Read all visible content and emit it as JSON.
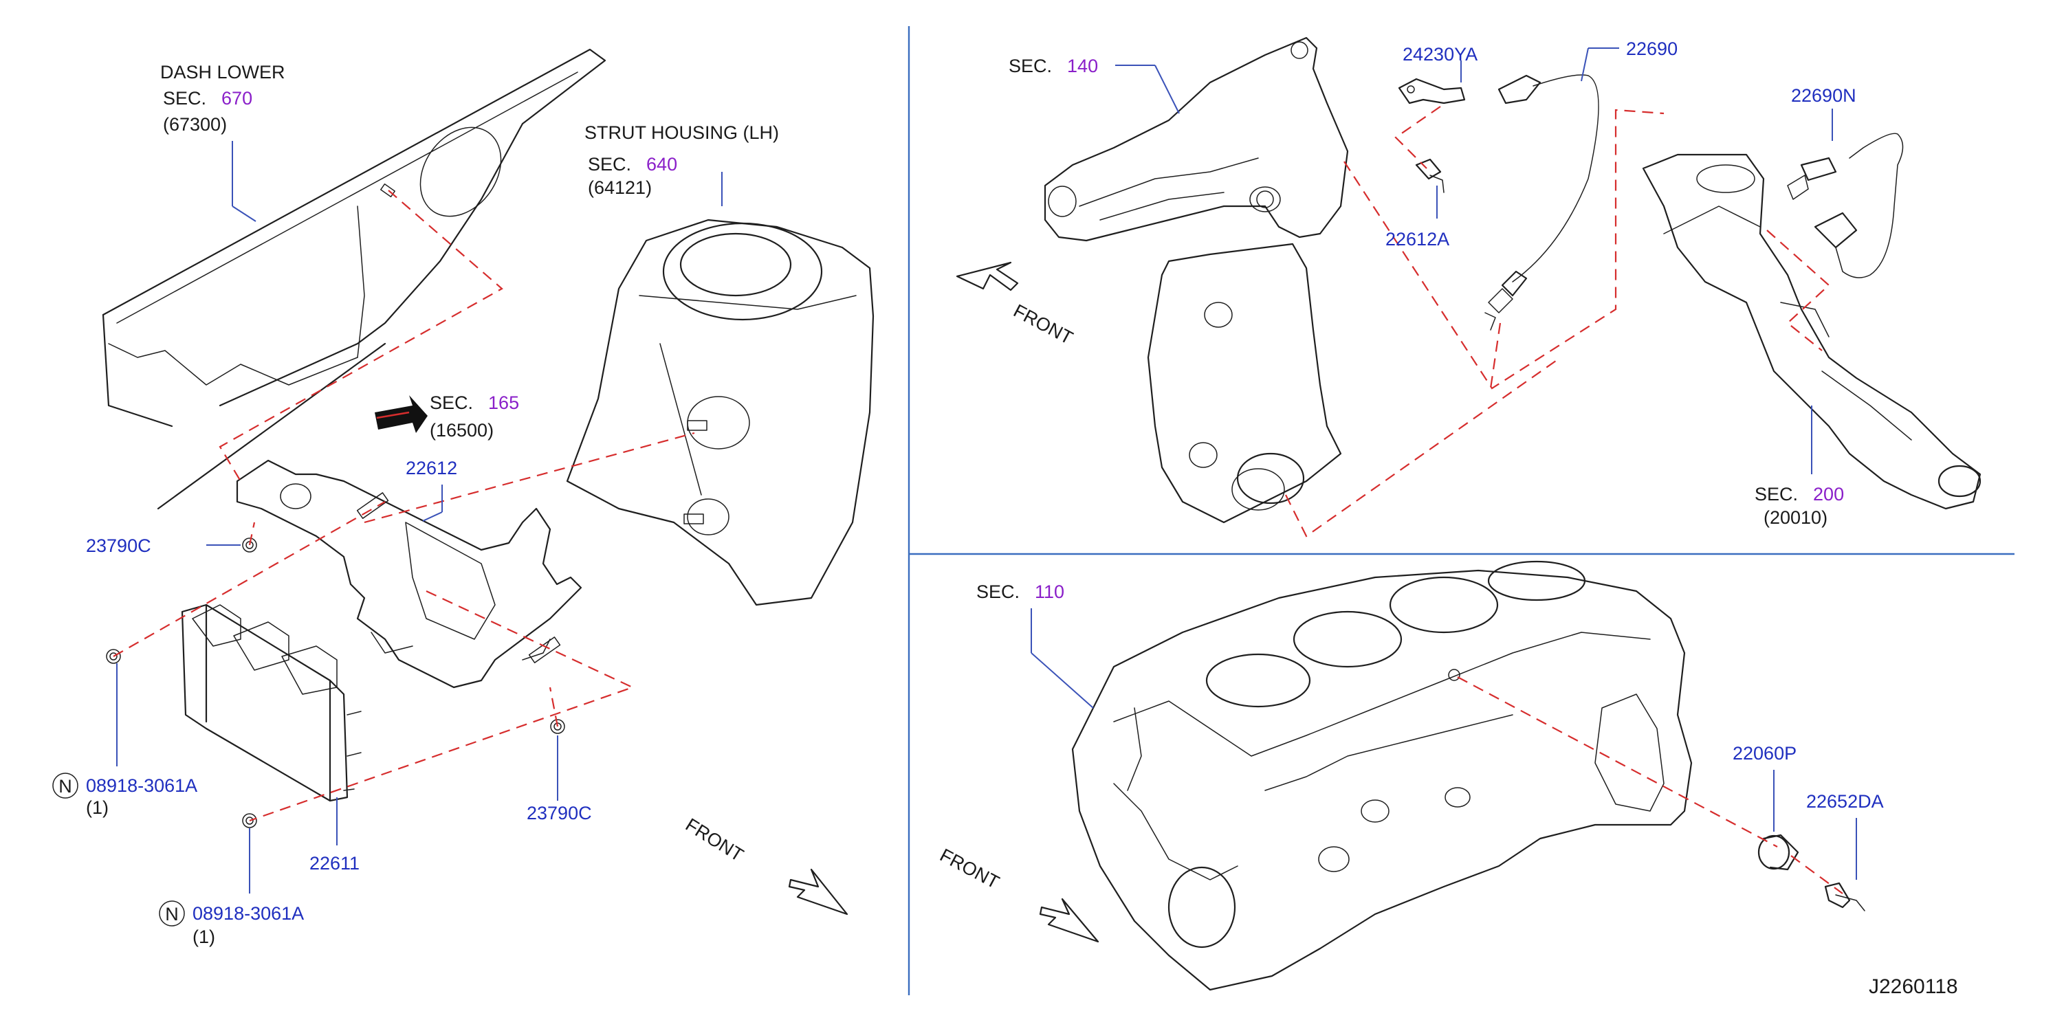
{
  "diagram_id": "J2260118",
  "left_panel": {
    "dash_lower": {
      "name": "DASH   LOWER",
      "sec_prefix": "SEC.",
      "sec_no": "670",
      "part": "(67300)"
    },
    "strut_housing": {
      "name": "STRUT   HOUSING   (LH)",
      "sec_prefix": "SEC.",
      "sec_no": "640",
      "part": "(64121)"
    },
    "sec_165": {
      "sec_prefix": "SEC.",
      "sec_no": "165",
      "part": "(16500)"
    },
    "bracket": "22612",
    "ecm": "22611",
    "nut_upper": "23790C",
    "nut_right": "23790C",
    "bolt_1": {
      "marker": "N",
      "part": "08918-3061A",
      "qty": "(1)"
    },
    "bolt_2": {
      "marker": "N",
      "part": "08918-3061A",
      "qty": "(1)"
    },
    "front_label": "FRONT"
  },
  "top_right_panel": {
    "manifold": {
      "sec_prefix": "SEC.",
      "sec_no": "140"
    },
    "bracket": "24230YA",
    "bolt": "22612A",
    "sensor_front": "22690",
    "sensor_rear": "22690N",
    "exhaust": {
      "sec_prefix": "SEC.",
      "sec_no": "200",
      "part": "(20010)"
    },
    "front_label": "FRONT"
  },
  "bottom_right_panel": {
    "block": {
      "sec_prefix": "SEC.",
      "sec_no": "110"
    },
    "knock_sensor": "22060P",
    "knock_bolt": "22652DA",
    "front_label": "FRONT"
  },
  "colors": {
    "part_number": "#1f2fbf",
    "section_number": "#8a1fc9",
    "guide_line": "#d62d2d",
    "divider": "#3a6dbf"
  }
}
